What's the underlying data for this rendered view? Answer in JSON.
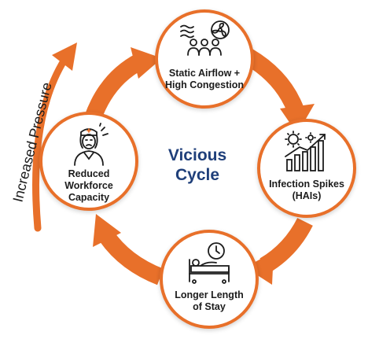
{
  "center_title": {
    "line1": "Vicious",
    "line2": "Cycle"
  },
  "side_label": "Increased Pressure",
  "nodes": {
    "top": {
      "line1": "Static Airflow +",
      "line2": "High Congestion",
      "icon": "crowd-airflow-icon"
    },
    "right": {
      "line1": "Infection Spikes",
      "line2": "(HAIs)",
      "icon": "infection-chart-icon"
    },
    "bottom": {
      "line1": "Longer Length",
      "line2": "of Stay",
      "icon": "hospital-bed-clock-icon"
    },
    "left": {
      "line1": "Reduced",
      "line2": "Workforce",
      "line3": "Capacity",
      "icon": "stressed-nurse-icon"
    }
  },
  "colors": {
    "accent": "#E8702A",
    "title": "#1f3f7a",
    "text": "#1c1c1c"
  }
}
